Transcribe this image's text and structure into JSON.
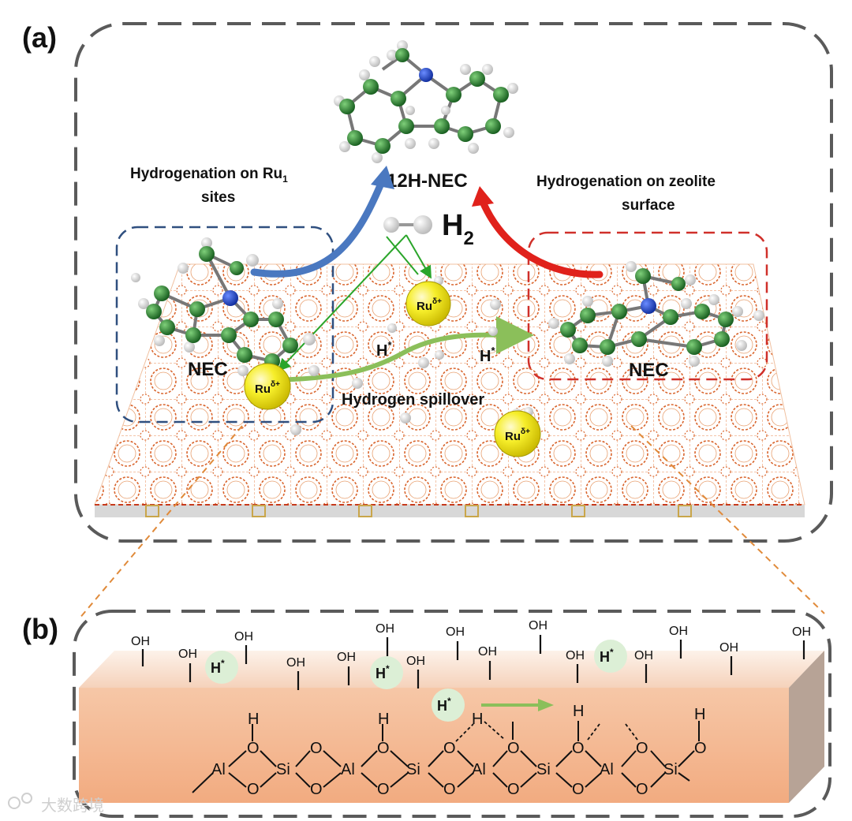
{
  "panels": {
    "a": {
      "tag": "(a)"
    },
    "b": {
      "tag": "(b)"
    }
  },
  "labels": {
    "product": "12H-NEC",
    "hydrogen_gas_main": "H",
    "hydrogen_gas_sub": "2",
    "left_title_line1": "Hydrogenation on Ru",
    "left_title_sub": "1",
    "left_title_line2": "sites",
    "right_title_line1": "Hydrogenation on zeolite",
    "right_title_line2": "surface",
    "reactant_left": "NEC",
    "reactant_right": "NEC",
    "spillover": "Hydrogen spillover",
    "ru_site": "Ru",
    "ru_charge": "δ+",
    "h_star": "H",
    "h_star_sup": "*"
  },
  "surface_b": {
    "hydroxyl": "OH",
    "h_star": "H",
    "h_star_sup": "*",
    "framework_atoms": {
      "al": "Al",
      "si": "Si",
      "o": "O",
      "h": "H"
    }
  },
  "watermark": "大数跨境",
  "colors": {
    "dash_frame": "#5a5a5a",
    "left_box": "#2f4f7f",
    "right_box": "#d0302a",
    "arrow_blue": "#4a78c0",
    "arrow_red": "#e0211b",
    "arrow_green": "#2aa52a",
    "spill_arrow": "#8bbf5a",
    "zeolite": "#d9652d",
    "carbon": "#1f7a2a",
    "nitrogen": "#1a3fbf",
    "ru": "#f2ea1a",
    "slab_top": "#f7e3d6",
    "slab_front": "#f0b48d",
    "hstar_bg": "#dcefd6"
  }
}
